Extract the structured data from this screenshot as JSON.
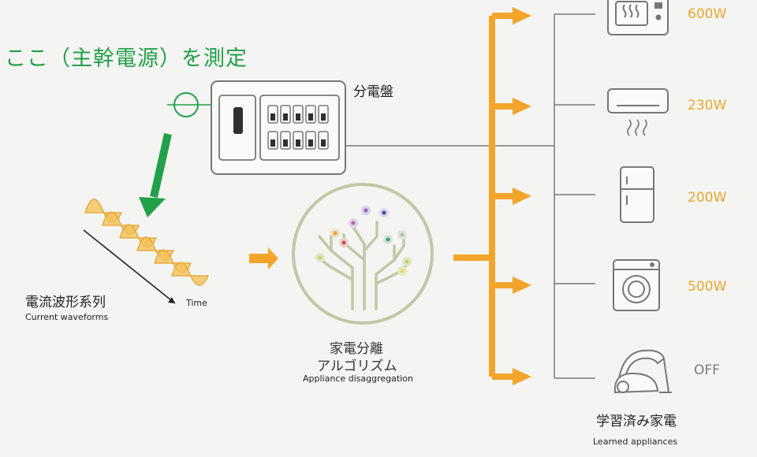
{
  "title": "ここ（主幹電源）を測定",
  "panel_label": "分電盤",
  "waveform": {
    "label_jp": "電流波形系列",
    "label_en": "Current waveforms",
    "axis": "Time"
  },
  "algorithm": {
    "label_jp_1": "家電分離",
    "label_jp_2": "アルゴリズム",
    "label_en": "Appliance disaggregation"
  },
  "learned": {
    "label_jp": "学習済み家電",
    "label_en": "Learned appliances"
  },
  "appliances": [
    {
      "icon": "microwave-icon",
      "power": "600W"
    },
    {
      "icon": "air-conditioner-icon",
      "power": "230W"
    },
    {
      "icon": "refrigerator-icon",
      "power": "200W"
    },
    {
      "icon": "washing-machine-icon",
      "power": "500W"
    },
    {
      "icon": "vacuum-cleaner-icon",
      "power": "OFF"
    }
  ],
  "colors": {
    "green": "#22a04a",
    "orange": "#f2a52a",
    "gray_line": "#7a7a7a",
    "tree": "#c2c8a6"
  }
}
